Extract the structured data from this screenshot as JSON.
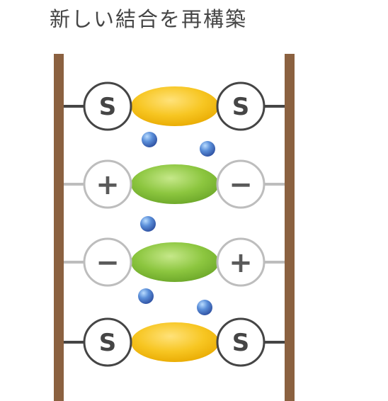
{
  "title": "新しい結合を再構築",
  "rows": [
    {
      "left_symbol": "S",
      "right_symbol": "S",
      "kind": "disulfide",
      "bond_color": "#f5c11c",
      "circle_stroke": "#454545",
      "text_color": "#454545"
    },
    {
      "left_symbol": "+",
      "right_symbol": "−",
      "kind": "ionic",
      "bond_color": "#8cc63f",
      "circle_stroke": "#bdbdbd",
      "text_color": "#5a5a5a"
    },
    {
      "left_symbol": "−",
      "right_symbol": "+",
      "kind": "ionic",
      "bond_color": "#8cc63f",
      "circle_stroke": "#bdbdbd",
      "text_color": "#5a5a5a"
    },
    {
      "left_symbol": "S",
      "right_symbol": "S",
      "kind": "disulfide",
      "bond_color": "#f5c11c",
      "circle_stroke": "#454545",
      "text_color": "#454545"
    }
  ],
  "colors": {
    "rail": "#8b6140",
    "molecule": "#3d63b8",
    "title": "#454545"
  },
  "molecule_count": 5
}
